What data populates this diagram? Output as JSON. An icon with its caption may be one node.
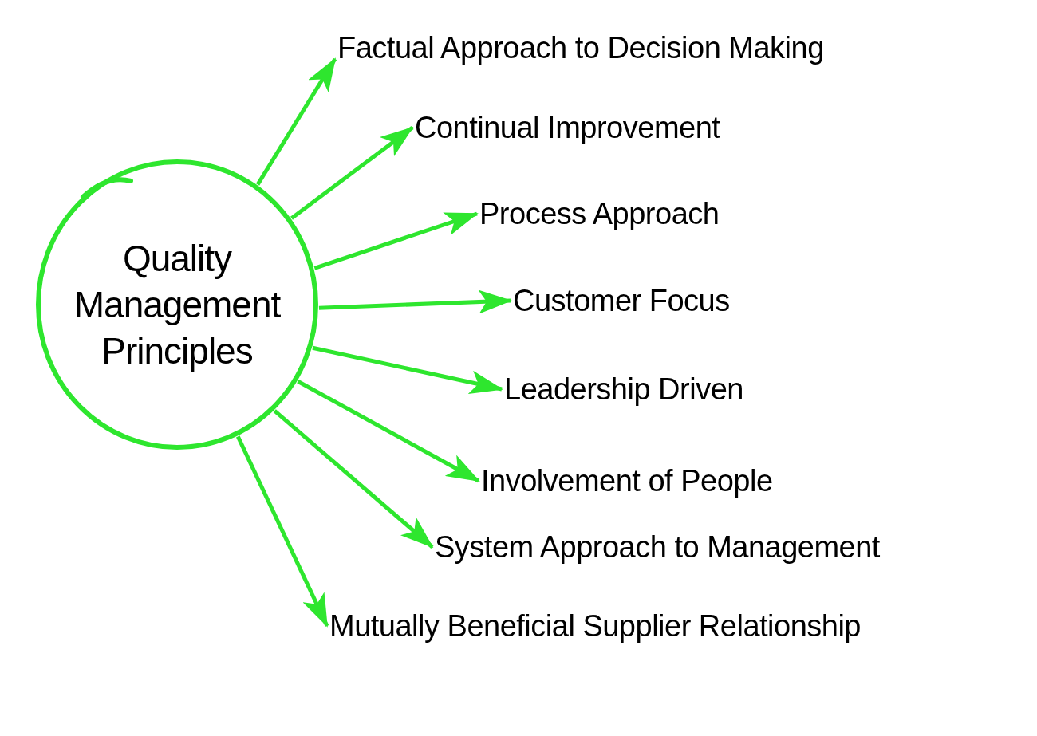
{
  "diagram": {
    "nodes": [
      {
        "text": [
          "Quality Management Principles"
        ]
      },
      {
        "text": [
          "Factual Approach to Decision Making"
        ]
      },
      {
        "text": [
          "Continual Improvement"
        ]
      },
      {
        "text": [
          "Process Approach"
        ]
      },
      {
        "text": [
          "Customer Focus"
        ]
      },
      {
        "text": [
          "Leadership Driven"
        ]
      },
      {
        "text": [
          "Involvement of People"
        ]
      },
      {
        "text": [
          "System Approach to Management"
        ]
      },
      {
        "text": [
          "Mutually Beneficial Supplier Relationship"
        ]
      }
    ],
    "edges": [
      {
        "from": 0,
        "to": 1,
        "arrow": "to"
      },
      {
        "from": 0,
        "to": 2,
        "arrow": "to"
      },
      {
        "from": 0,
        "to": 3,
        "arrow": "to"
      },
      {
        "from": 0,
        "to": 4,
        "arrow": "to"
      },
      {
        "from": 0,
        "to": 5,
        "arrow": "to"
      },
      {
        "from": 0,
        "to": 6,
        "arrow": "to"
      },
      {
        "from": 0,
        "to": 7,
        "arrow": "to"
      },
      {
        "from": 0,
        "to": 8,
        "arrow": "to"
      }
    ]
  }
}
